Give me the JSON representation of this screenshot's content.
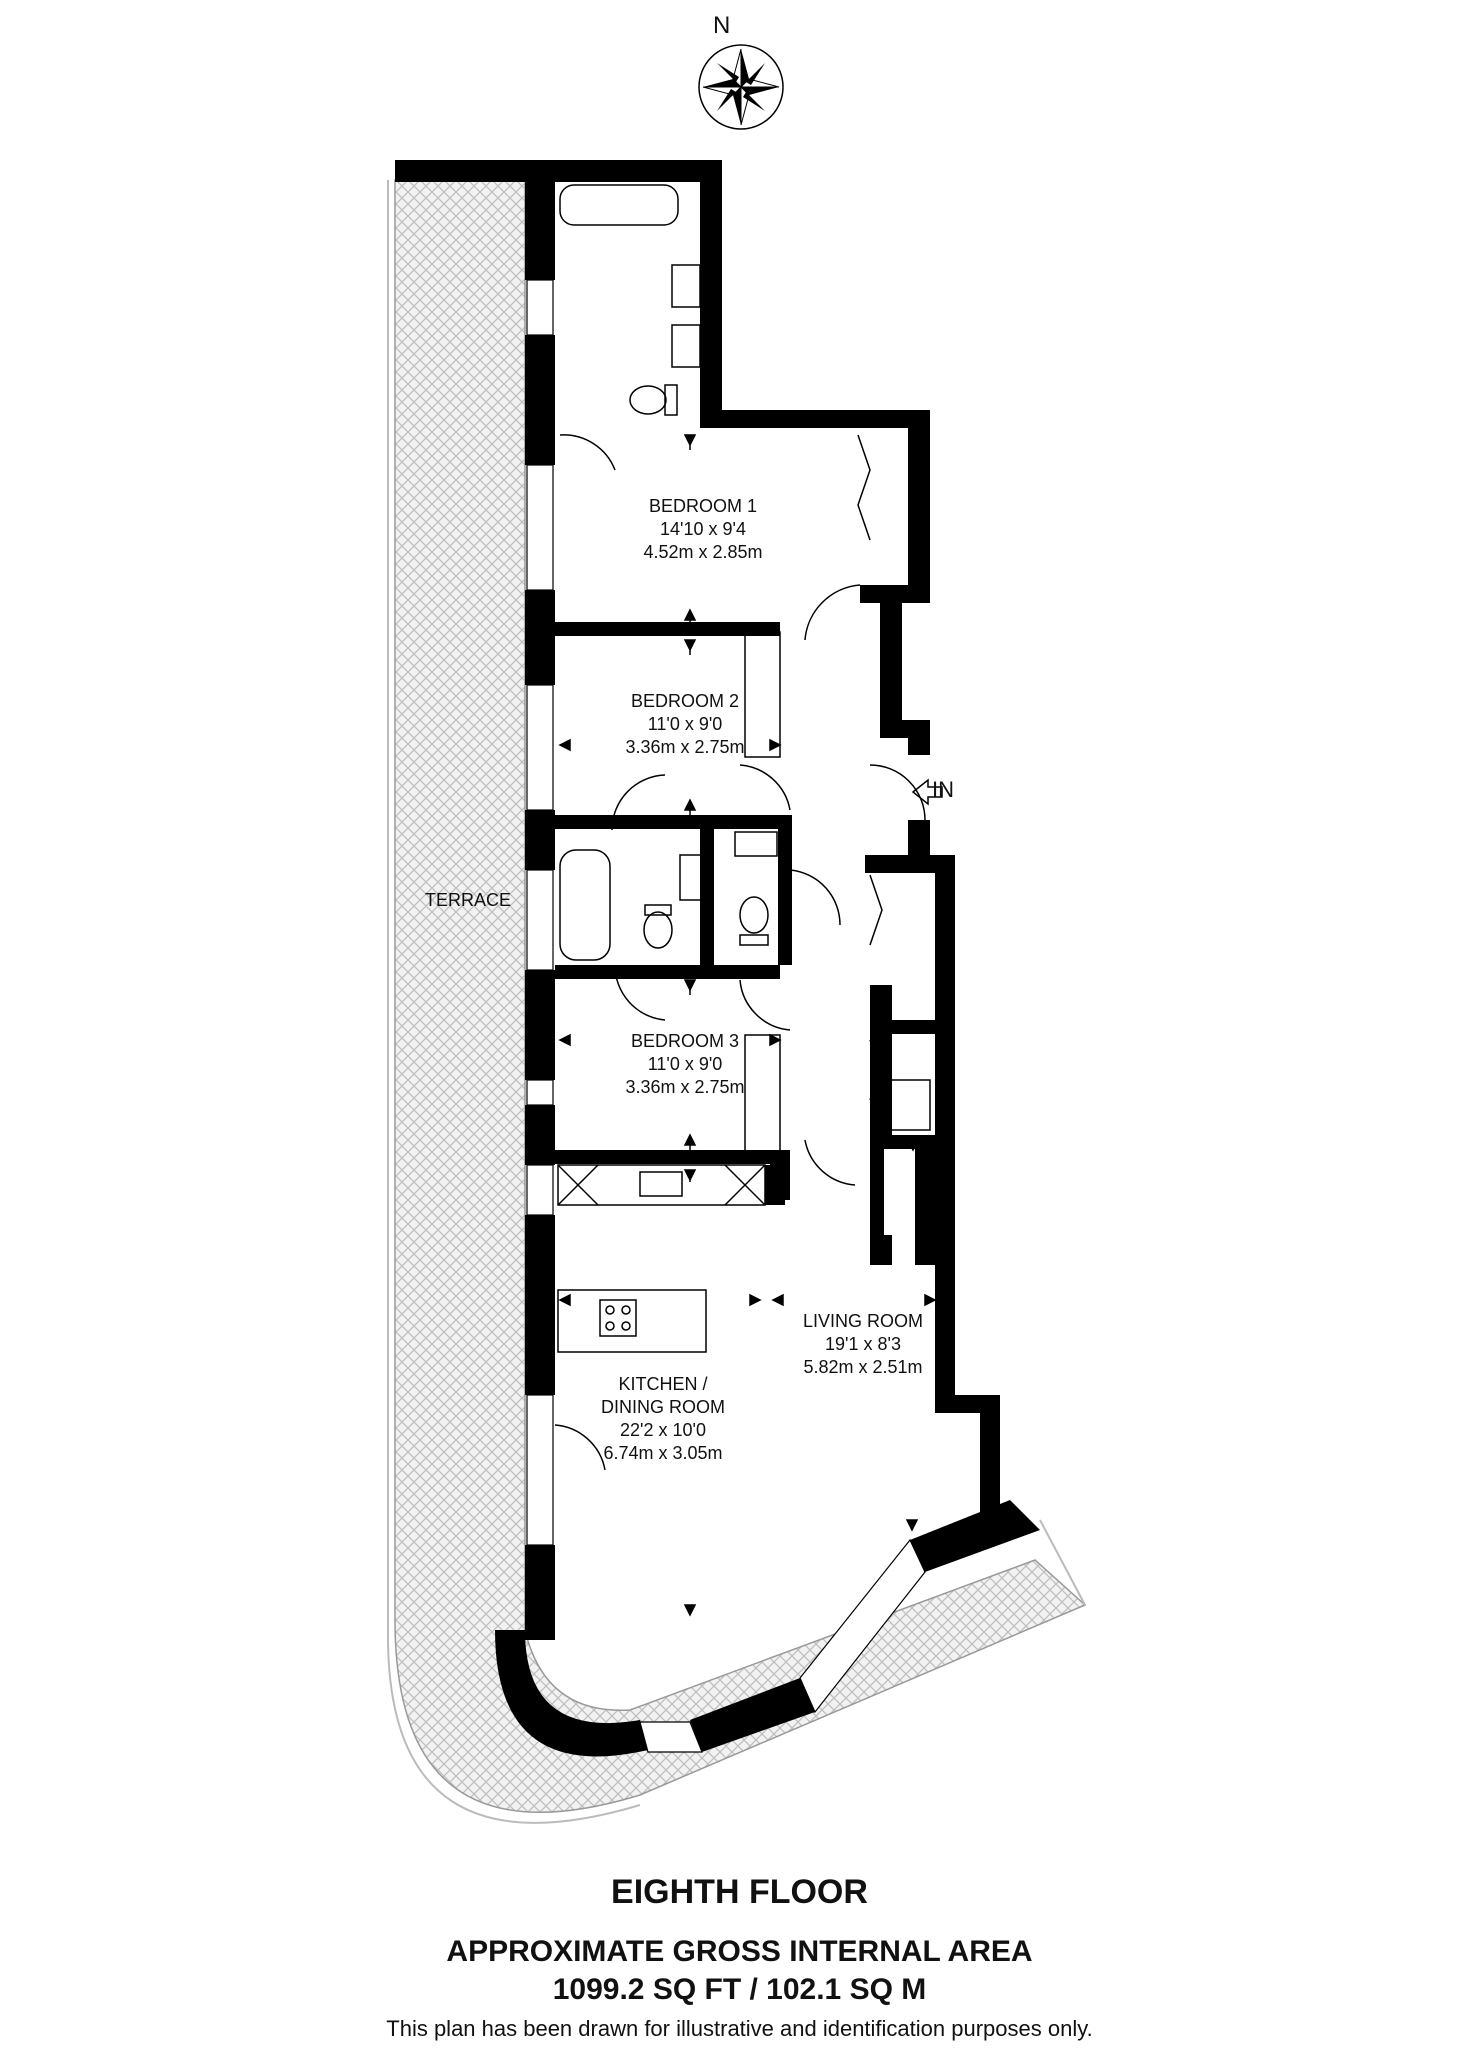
{
  "compass": {
    "label": "N"
  },
  "rooms": [
    {
      "id": "bedroom-1",
      "name": "BEDROOM 1",
      "imperial": "14'10 x 9'4",
      "metric": "4.52m x 2.85m"
    },
    {
      "id": "bedroom-2",
      "name": "BEDROOM 2",
      "imperial": "11'0 x 9'0",
      "metric": "3.36m x 2.75m"
    },
    {
      "id": "bedroom-3",
      "name": "BEDROOM 3",
      "imperial": "11'0 x 9'0",
      "metric": "3.36m x 2.75m"
    },
    {
      "id": "living-room",
      "name": "LIVING ROOM",
      "imperial": "19'1 x 8'3",
      "metric": "5.82m x 2.51m"
    },
    {
      "id": "kitchen",
      "name": "KITCHEN /",
      "name2": "DINING ROOM",
      "imperial": "22'2 x 10'0",
      "metric": "6.74m x 3.05m"
    }
  ],
  "terrace": {
    "label": "TERRACE"
  },
  "entrance": {
    "label": "IN"
  },
  "floor": {
    "title": "EIGHTH FLOOR"
  },
  "area": {
    "heading": "APPROXIMATE GROSS INTERNAL AREA",
    "value": "1099.2 SQ FT / 102.1 SQ M"
  },
  "disclaimer": "This plan has been drawn for illustrative and identification purposes only."
}
